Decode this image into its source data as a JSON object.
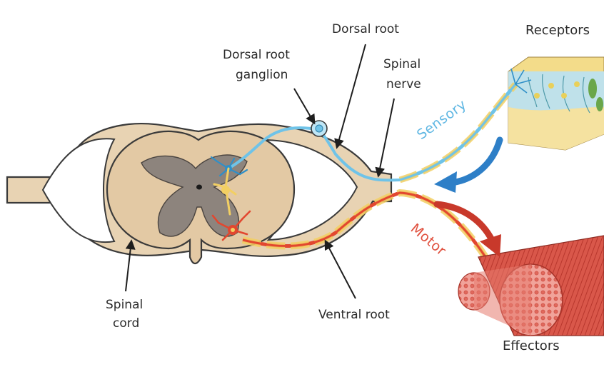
{
  "labels": {
    "dorsal_root": "Dorsal root",
    "receptors": "Receptors",
    "dorsal_root_ganglion_line1": "Dorsal root",
    "dorsal_root_ganglion_line2": "ganglion",
    "spinal_nerve_line1": "Spinal",
    "spinal_nerve_line2": "nerve",
    "sensory": "Sensory",
    "motor": "Motor",
    "spinal_cord_line1": "Spinal",
    "spinal_cord_line2": "cord",
    "ventral_root": "Ventral root",
    "effectors": "Effectors"
  },
  "colors": {
    "tissue": "#e8d3b3",
    "tissue_outline": "#3a3a3a",
    "grey_matter": "#8d847d",
    "sensory": "#6fc3e8",
    "motor": "#e2472f",
    "myelin": "#f2cf63",
    "arrow_blue": "#2e7fc7",
    "arrow_red": "#c8392b"
  }
}
